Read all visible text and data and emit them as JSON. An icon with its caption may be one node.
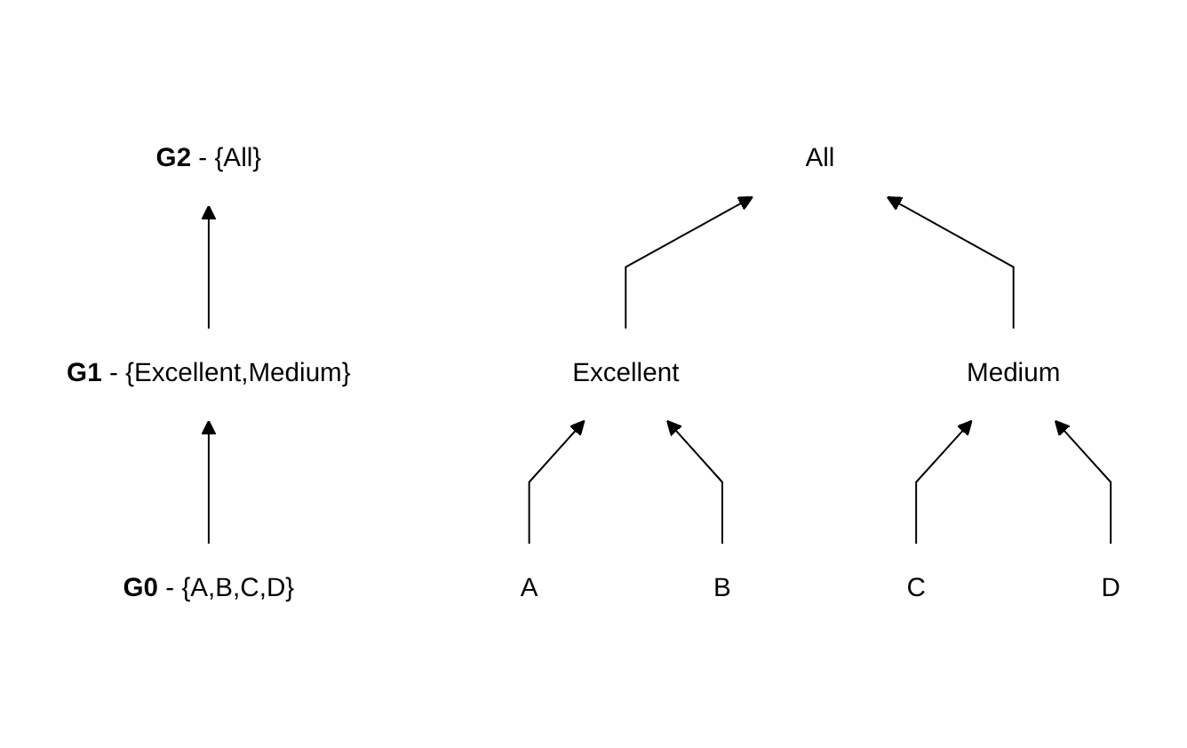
{
  "diagram": {
    "nodes": [
      {
        "text": [
          "**G2** - {All}"
        ]
      },
      {
        "text": [
          "All"
        ]
      },
      {
        "text": [
          "**G1** - {Excellent,Medium}"
        ]
      },
      {
        "text": [
          "Excellent"
        ]
      },
      {
        "text": [
          "Medium"
        ]
      },
      {
        "text": [
          "**G0** - {A,B,C,D}"
        ]
      },
      {
        "text": [
          "A"
        ]
      },
      {
        "text": [
          "B"
        ]
      },
      {
        "text": [
          "C"
        ]
      },
      {
        "text": [
          "D"
        ]
      }
    ],
    "edges": [
      {
        "from": 5,
        "to": 2,
        "arrow": "to"
      },
      {
        "from": 2,
        "to": 0,
        "arrow": "to"
      },
      {
        "from": 3,
        "to": 1,
        "arrow": "to"
      },
      {
        "from": 4,
        "to": 1,
        "arrow": "to"
      },
      {
        "from": 6,
        "to": 3,
        "arrow": "to"
      },
      {
        "from": 7,
        "to": 3,
        "arrow": "to"
      },
      {
        "from": 8,
        "to": 4,
        "arrow": "to"
      },
      {
        "from": 9,
        "to": 4,
        "arrow": "to"
      }
    ]
  }
}
